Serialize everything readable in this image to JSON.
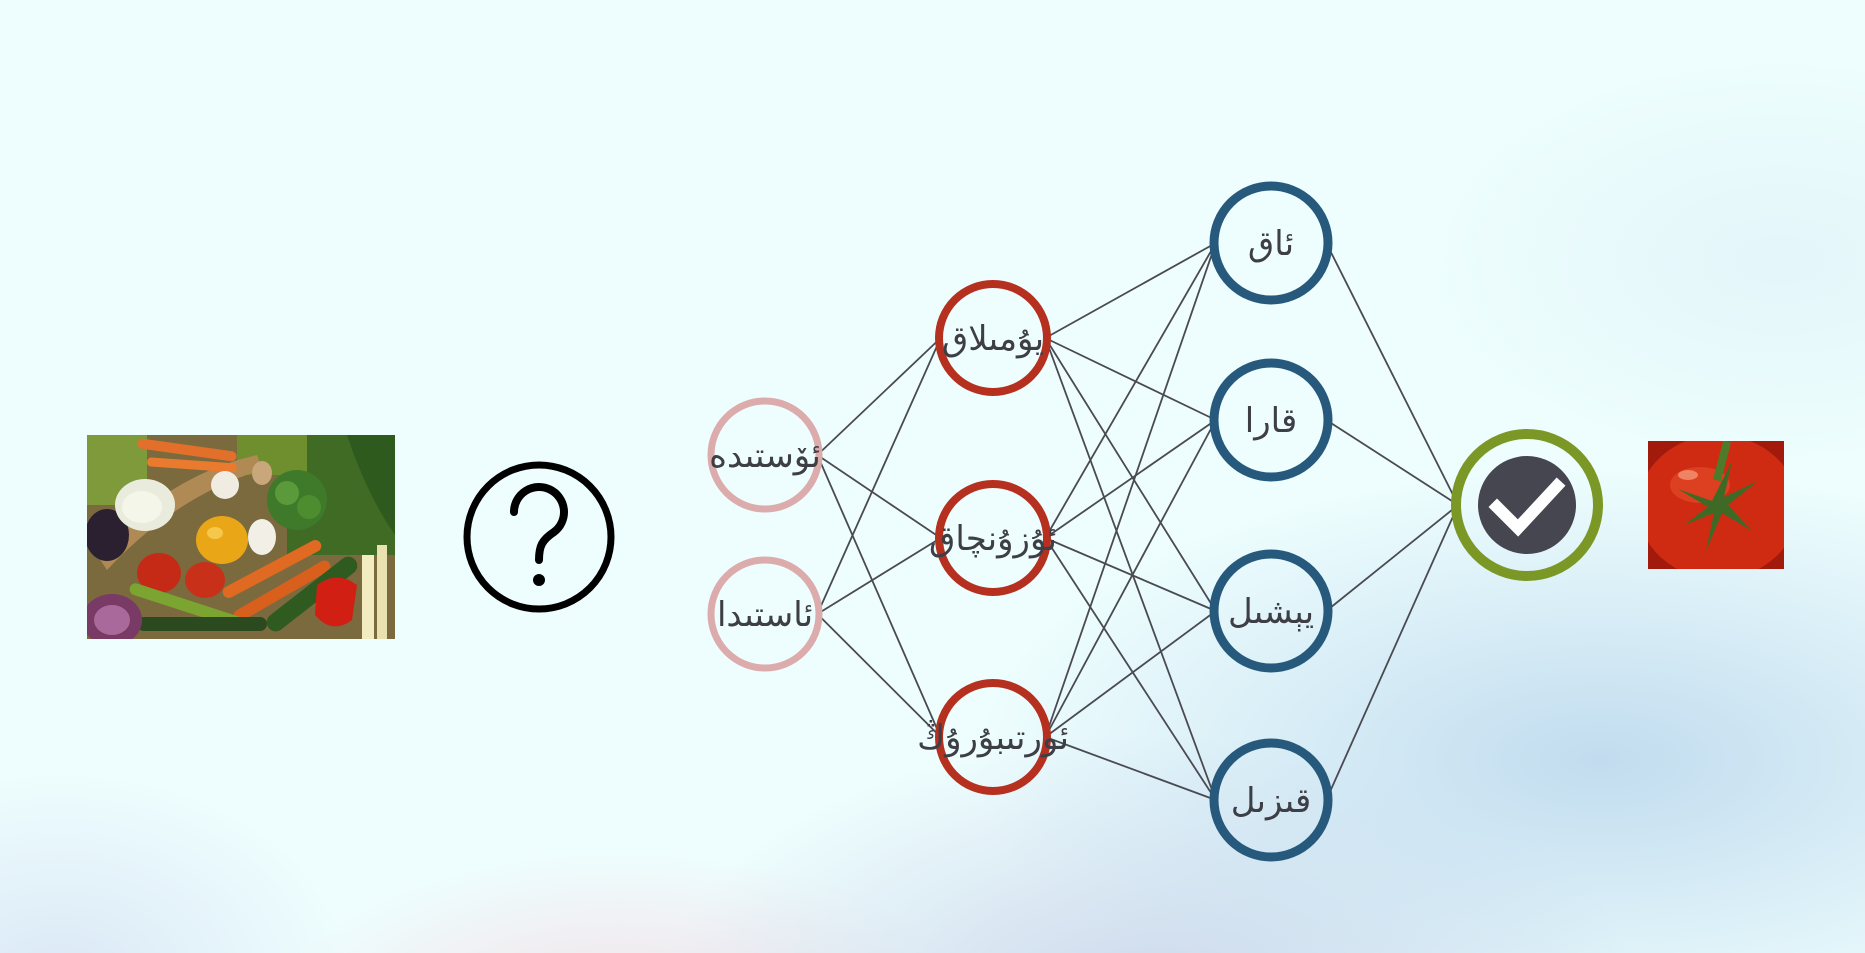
{
  "colors": {
    "input_ring": "#dcacac",
    "hidden1_ring": "#b6301f",
    "hidden2_ring": "#26597c",
    "output_ring": "#7b9827",
    "output_fill": "#45464f",
    "edge": "#4a4a52",
    "question_icon": "#000000"
  },
  "icons": {
    "question": "question-mark-circle-icon",
    "output": "checkmark-icon"
  },
  "network": {
    "input_layer": [
      {
        "label": "ئۆستىدە"
      },
      {
        "label": "ئاستىدا"
      }
    ],
    "hidden_layer_1": [
      {
        "label": "يۇمىلاق"
      },
      {
        "label": "ئۇزۇنچاق"
      },
      {
        "label": "ئورتىبۇرۇڭ"
      }
    ],
    "hidden_layer_2": [
      {
        "label": "ئاق"
      },
      {
        "label": "قارا"
      },
      {
        "label": "يېشىل"
      },
      {
        "label": "قىزىل"
      }
    ]
  }
}
